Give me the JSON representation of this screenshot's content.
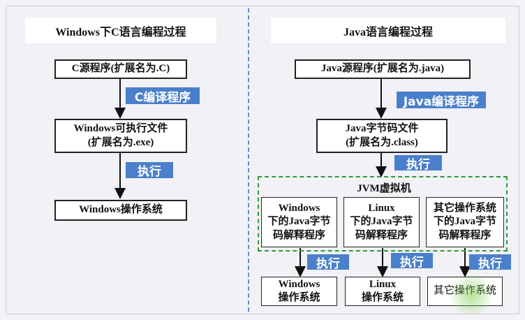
{
  "left": {
    "header": "Windows下C语言编程过程",
    "source_box": "C源程序(扩展名为.C)",
    "compile_label": "C编译程序",
    "exe_box_line1": "Windows可执行文件",
    "exe_box_line2": "(扩展名为.exe)",
    "execute_label": "执行",
    "os_box": "Windows操作系统"
  },
  "right": {
    "header": "Java语言编程过程",
    "source_box": "Java源程序(扩展名为.java)",
    "compile_label": "Java编译程序",
    "class_box_line1": "Java字节码文件",
    "class_box_line2": "(扩展名为.class)",
    "execute_label": "执行",
    "jvm_title": "JVM虚拟机",
    "interpreters": [
      {
        "line1": "Windows",
        "line2": "下的Java字节",
        "line3": "码解释程序"
      },
      {
        "line1": "Linux",
        "line2": "下的Java字节",
        "line3": "码解释程序"
      },
      {
        "line1": "其它操作系统",
        "line2": "下的Java字节",
        "line3": "码解释程序"
      }
    ],
    "bottom_execute_labels": [
      "执行",
      "执行",
      "执行"
    ],
    "os_boxes": [
      {
        "line1": "Windows",
        "line2": "操作系统"
      },
      {
        "line1": "Linux",
        "line2": "操作系统"
      },
      {
        "line1": "其它操作系统",
        "line2": ""
      }
    ]
  },
  "colors": {
    "label_bg": "#4a7fcb",
    "jvm_border": "#2e9a3a",
    "divider": "#5a8fd4"
  }
}
